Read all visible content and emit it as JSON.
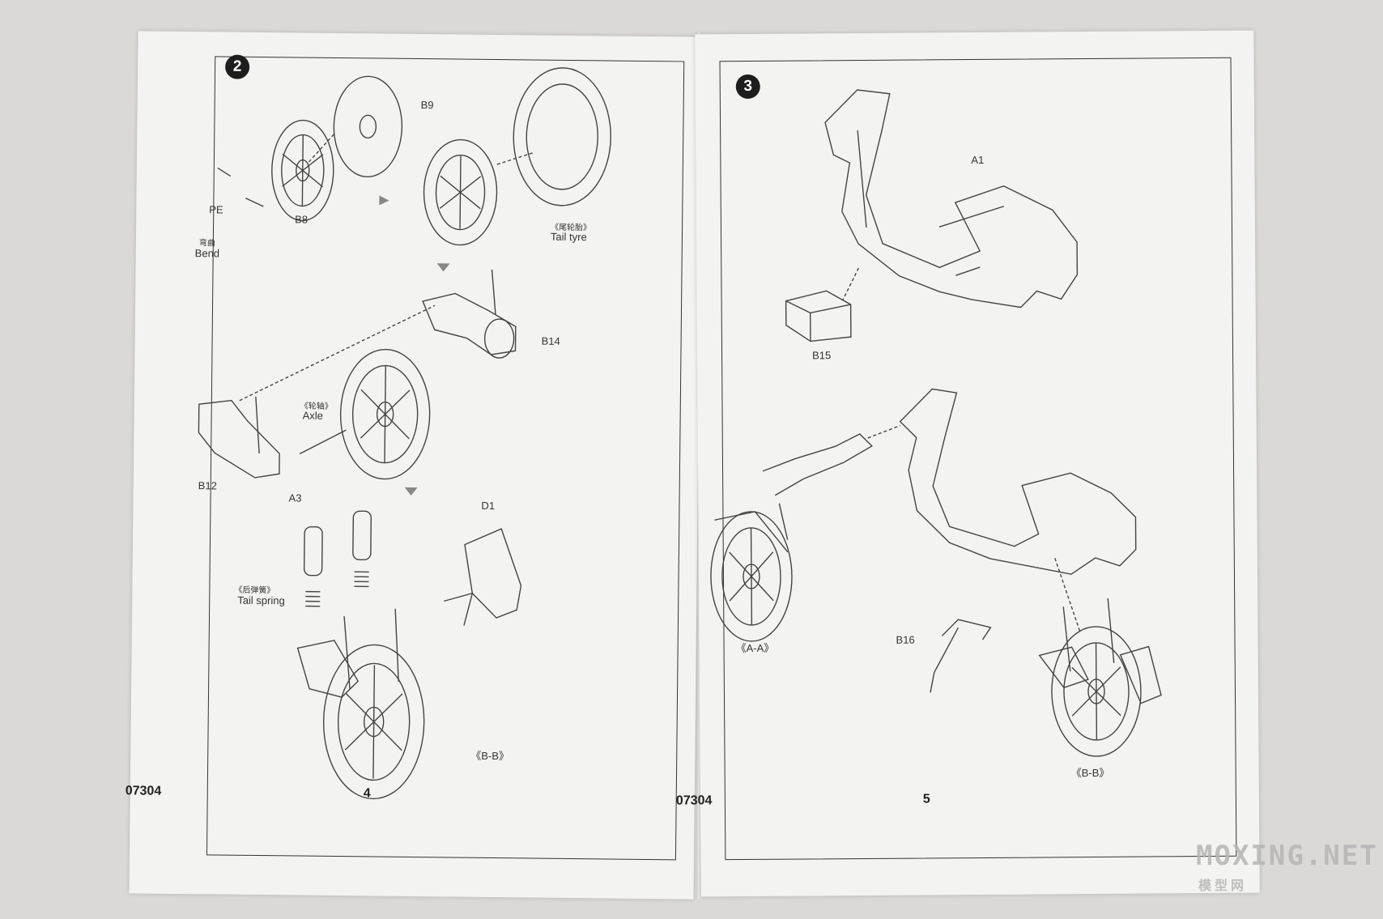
{
  "left_page": {
    "step_number": "2",
    "kit_number": "07304",
    "page_number": "4",
    "labels": {
      "b9": "B9",
      "pe": "PE",
      "b8": "B8",
      "bend_cn": "弯曲",
      "bend_en": "Bend",
      "tail_tyre_cn": "《尾轮胎》",
      "tail_tyre_en": "Tail tyre",
      "b14": "B14",
      "axle_cn": "《轮轴》",
      "axle_en": "Axle",
      "b12": "B12",
      "a3": "A3",
      "d1": "D1",
      "tail_spring_cn": "《后弹簧》",
      "tail_spring_en": "Tail spring",
      "bb_view": "《B-B》"
    }
  },
  "right_page": {
    "step_number": "3",
    "kit_number": "07304",
    "page_number": "5",
    "labels": {
      "a1": "A1",
      "b15": "B15",
      "aa_view": "《A-A》",
      "b16": "B16",
      "bb_view": "《B-B》"
    }
  },
  "watermark": {
    "text": "MOXING.NET",
    "subtext": "模型网"
  },
  "colors": {
    "paper": "#f3f3f1",
    "background": "#dad9d6",
    "line_art": "#444444"
  }
}
